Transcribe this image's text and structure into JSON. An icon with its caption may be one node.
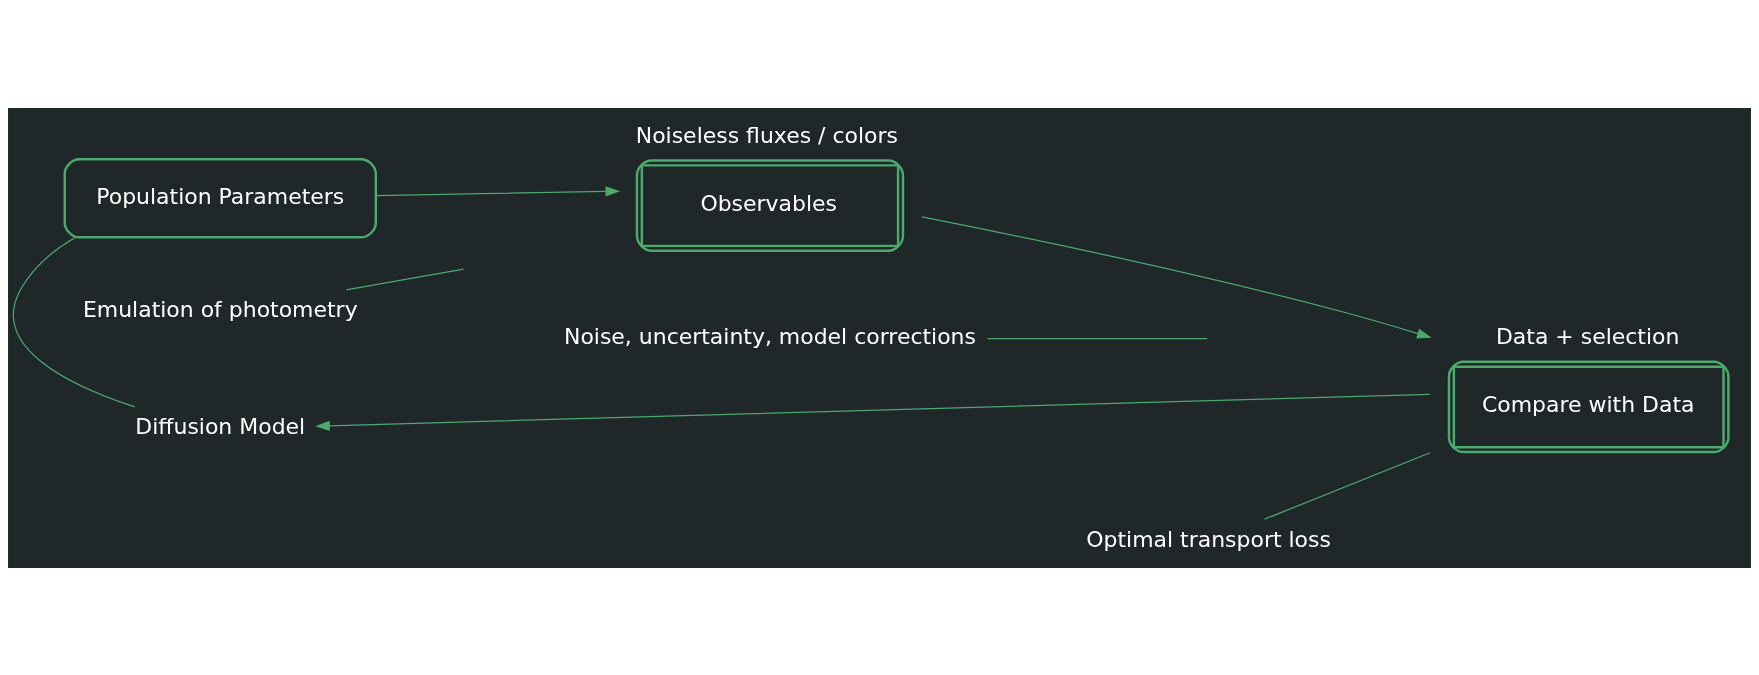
{
  "diagram": {
    "nodes": [
      {
        "text": [
          "Diffusion Model"
        ]
      },
      {
        "text": [
          "Population Parameters"
        ]
      },
      {
        "text": [
          "Observables"
        ],
        "beside": [
          "Noiseless fluxes / colors"
        ]
      },
      {
        "text": [
          "Compare with Data"
        ],
        "beside": [
          "Data + selection"
        ]
      },
      {
        "text": [
          "Emulation of photometry"
        ]
      },
      {
        "text": [
          "Noise, uncertainty, model corrections"
        ]
      },
      {
        "text": [
          "Optimal transport loss"
        ]
      }
    ],
    "edges": [
      {
        "from": 1,
        "to": 2,
        "arrow": "to"
      },
      {
        "from": 2,
        "to": 3,
        "arrow": "to"
      },
      {
        "from": 3,
        "to": 0,
        "arrow": "to"
      },
      {
        "from": 1,
        "to": 0,
        "arrow": "none"
      },
      {
        "from": 4,
        "to": null,
        "arrow": "none"
      },
      {
        "from": 5,
        "to": null,
        "arrow": "none"
      },
      {
        "from": 6,
        "to": 3,
        "arrow": "none"
      }
    ]
  }
}
